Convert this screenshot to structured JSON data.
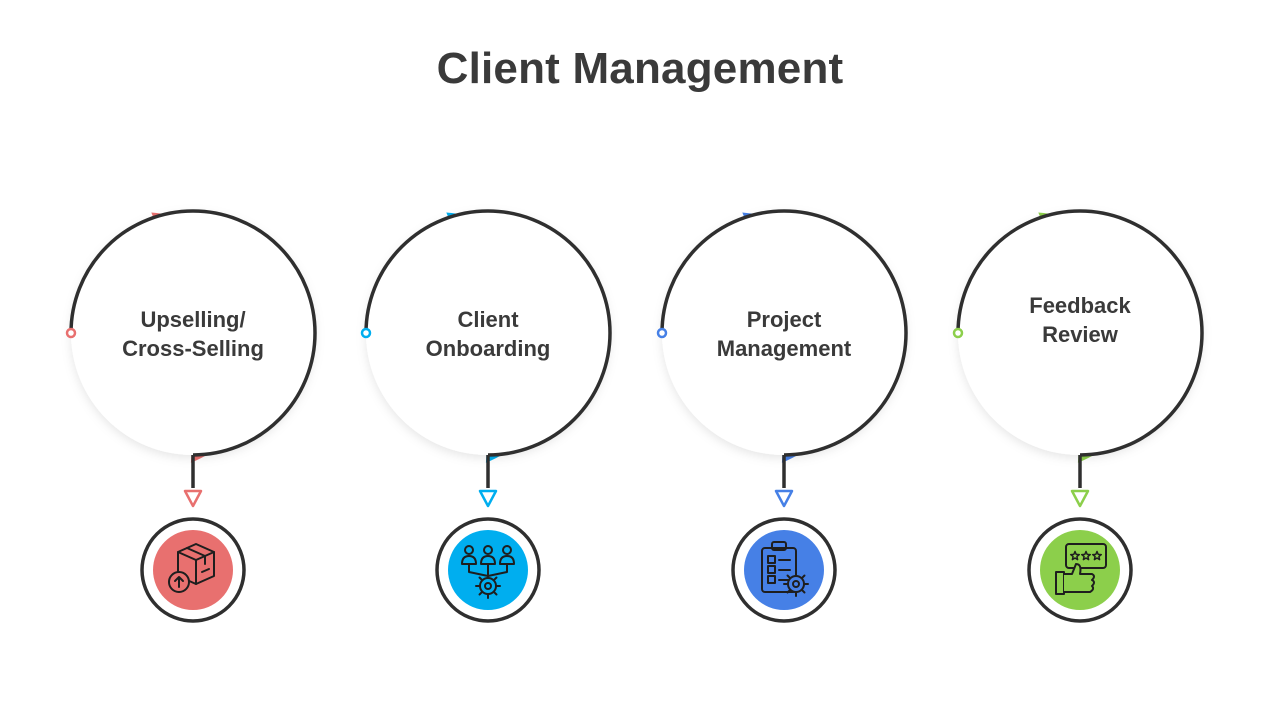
{
  "title": "Client Management",
  "steps": [
    {
      "lines": [
        "Upselling/",
        "Cross-Selling"
      ],
      "color": "#E8706F",
      "icon": "package-box-icon"
    },
    {
      "lines": [
        "Client",
        "Onboarding"
      ],
      "color": "#00AEEF",
      "icon": "team-workflow-gear-icon"
    },
    {
      "lines": [
        "Project",
        "Management"
      ],
      "color": "#4680E6",
      "icon": "clipboard-checklist-gear-icon"
    },
    {
      "lines": [
        "Feedback",
        "Review"
      ],
      "color": "#8CCF4B",
      "icon": "thumbs-up-rating-stars-icon"
    }
  ]
}
